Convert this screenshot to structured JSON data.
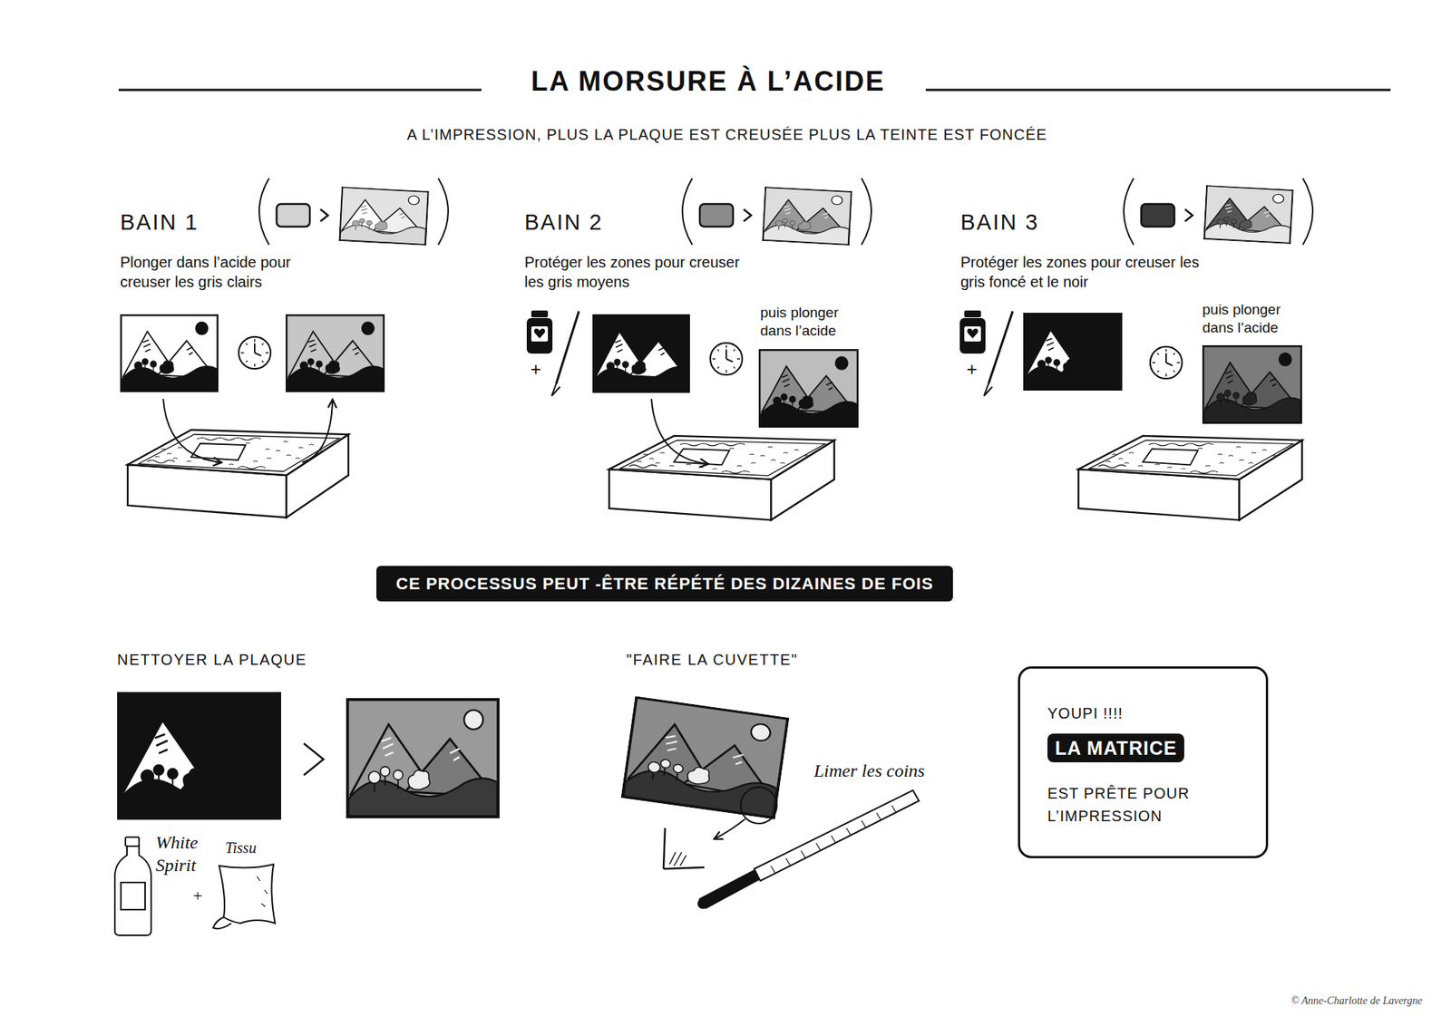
{
  "diagram": {
    "title": "LA MORSURE À L’ACIDE",
    "nodes": [
      {
        "text": [
          "CE PROCESSUS PEUT -ÊTRE RÉPÉTÉ DES DIZAINES DE FOIS"
        ]
      },
      {
        "text": [
          "YOUPI !!!!",
          "EST PRÊTE POUR L’IMPRESSION"
        ]
      },
      {
        "text": [
          "LA MATRICE"
        ],
        "in": 1
      }
    ],
    "labels": [
      "A L’IMPRESSION, PLUS LA PLAQUE EST CREUSÉE PLUS LA TEINTE EST FONCÉE",
      "BAIN 1",
      "Plonger dans l’acide pour creuser les gris clairs",
      "BAIN 2",
      "Protéger les zones pour creuser les gris moyens",
      "+",
      "puis plonger dans l’acide",
      "BAIN 3",
      "Protéger les zones pour creuser les gris foncé et le noir",
      "+",
      "puis plonger dans l’acide",
      "NETTOYER LA PLAQUE",
      "White Spirit",
      "+",
      "Tissu",
      "\"FAIRE LA CUVETTE\"",
      "Limer les coins",
      "© Anne-Charlotte de Lavergne"
    ]
  }
}
